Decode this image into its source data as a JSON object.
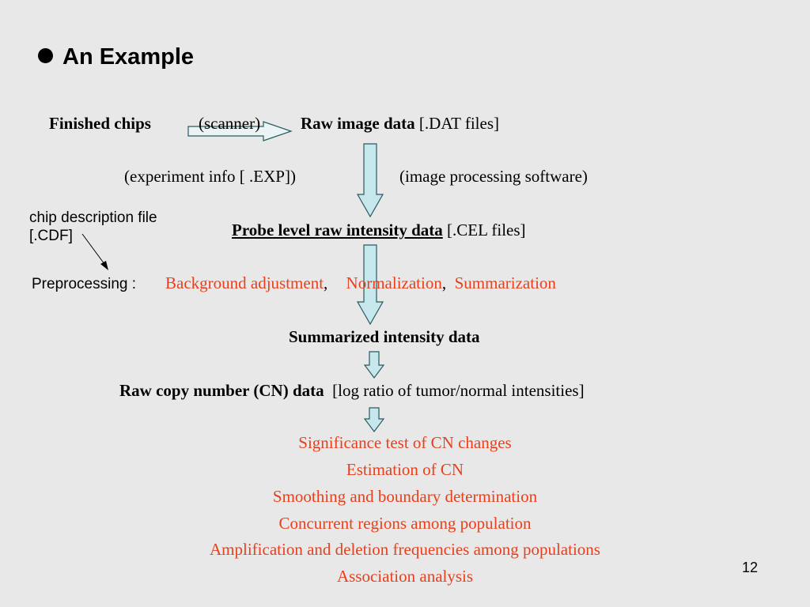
{
  "slide": {
    "title": "An Example",
    "page_number": "12"
  },
  "flow": {
    "finished_chips": "Finished chips",
    "scanner": "(scanner)",
    "raw_image_data": "Raw image data",
    "raw_image_files": "[.DAT files]",
    "experiment_info": "(experiment info [ .EXP])",
    "image_processing": "(image processing software)",
    "cdf_line1": "chip description file",
    "cdf_line2": "[.CDF]",
    "probe_level": "Probe level raw intensity data",
    "probe_files": "[.CEL files]",
    "preprocessing_label": "Preprocessing :",
    "step_background": "Background adjustment",
    "step_normalization": "Normalization",
    "step_summarization": "Summarization",
    "summarized": "Summarized intensity data",
    "raw_cn": "Raw copy number (CN) data",
    "raw_cn_desc": "[log ratio of  tumor/normal intensities]",
    "analyses": [
      "Significance test of CN changes",
      "Estimation of CN",
      "Smoothing and boundary determination",
      "Concurrent  regions among population",
      "Amplification and deletion frequencies among populations",
      "Association analysis"
    ]
  },
  "colors": {
    "background": "#e8e8e8",
    "accent_red": "#e8401c",
    "arrow_fill": "#c6e8ec",
    "arrow_stroke": "#2a5a60"
  }
}
